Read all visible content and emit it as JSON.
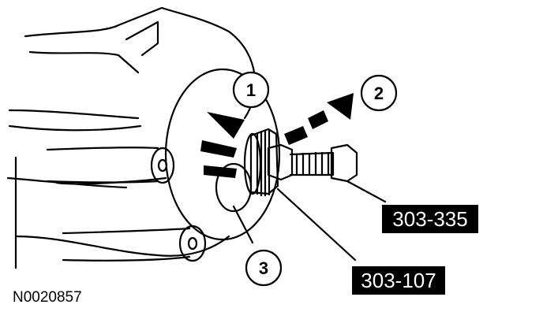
{
  "figure": {
    "id": "N0020857",
    "callouts": [
      "1",
      "2",
      "3"
    ],
    "tools": [
      "303-335",
      "303-107"
    ]
  },
  "colors": {
    "line": "#000000",
    "paper": "#ffffff"
  }
}
